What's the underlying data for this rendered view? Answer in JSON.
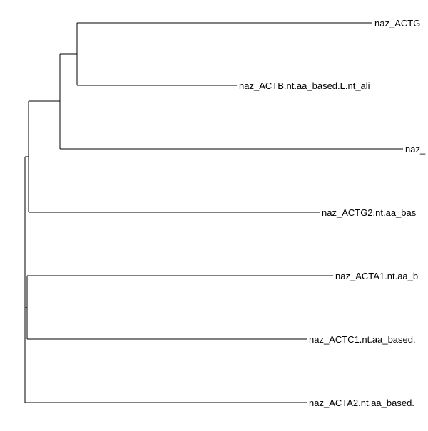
{
  "tree": {
    "leaves": [
      {
        "id": "leaf-1",
        "label": "naz_ACTG"
      },
      {
        "id": "leaf-2",
        "label": "naz_ACTB.nt.aa_based.L.nt_ali"
      },
      {
        "id": "leaf-3",
        "label": "naz_"
      },
      {
        "id": "leaf-4",
        "label": "naz_ACTG2.nt.aa_bas"
      },
      {
        "id": "leaf-5",
        "label": "naz_ACTA1.nt.aa_b"
      },
      {
        "id": "leaf-6",
        "label": "naz_ACTC1.nt.aa_based."
      },
      {
        "id": "leaf-7",
        "label": "naz_ACTA2.nt.aa_based."
      }
    ]
  }
}
